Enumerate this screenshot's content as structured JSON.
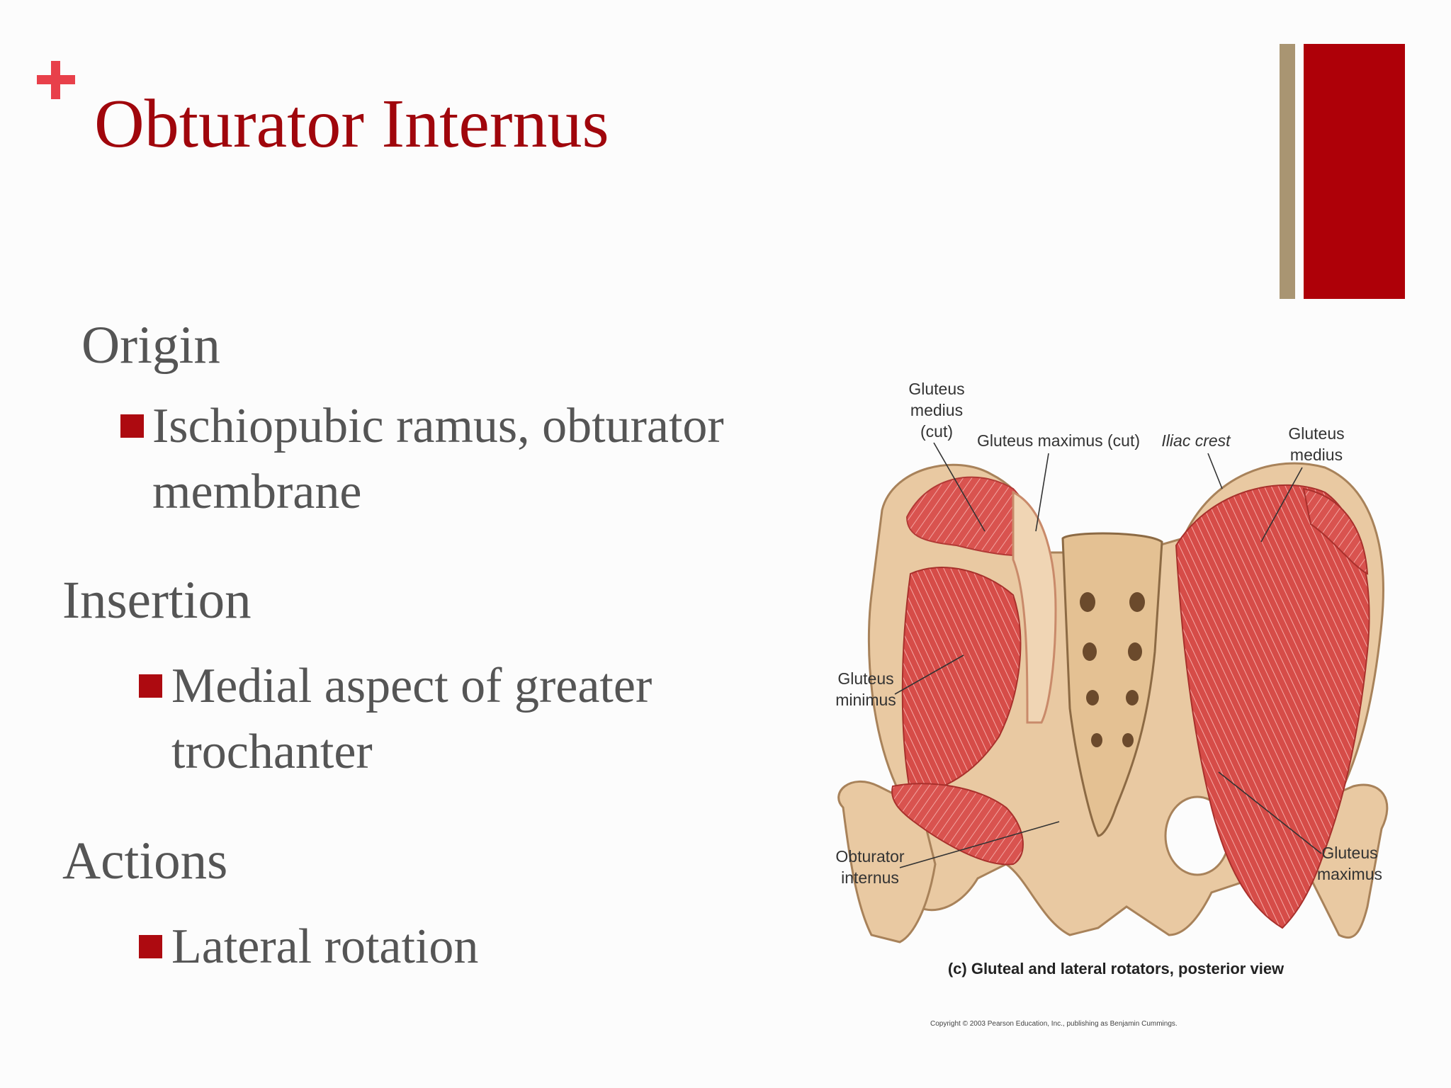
{
  "slide": {
    "title": "Obturator Internus",
    "accent_colors": {
      "title": "#a0060c",
      "bullet": "#ad0a10",
      "plus": "#e8404a",
      "bar_red": "#ae0008",
      "bar_tan": "#a99572"
    }
  },
  "sections": [
    {
      "heading": "Origin",
      "lines": [
        "Ischiopubic ramus, obturator",
        "membrane"
      ]
    },
    {
      "heading": "Insertion",
      "lines": [
        "Medial aspect of greater",
        "trochanter"
      ]
    },
    {
      "heading": "Actions",
      "lines": [
        "Lateral rotation"
      ]
    }
  ],
  "figure": {
    "labels": {
      "gluteus_medius_cut": [
        "Gluteus",
        "medius",
        "(cut)"
      ],
      "gluteus_maximus_cut": "Gluteus maximus (cut)",
      "iliac_crest": "Iliac crest",
      "gluteus_medius": [
        "Gluteus",
        "medius"
      ],
      "gluteus_minimus": [
        "Gluteus",
        "minimus"
      ],
      "obturator_internus": [
        "Obturator",
        "internus"
      ],
      "gluteus_maximus": [
        "Gluteus",
        "maximus"
      ]
    },
    "caption": "(c) Gluteal and lateral rotators, posterior view",
    "copyright": "Copyright © 2003 Pearson Education, Inc., publishing as Benjamin Cummings."
  }
}
